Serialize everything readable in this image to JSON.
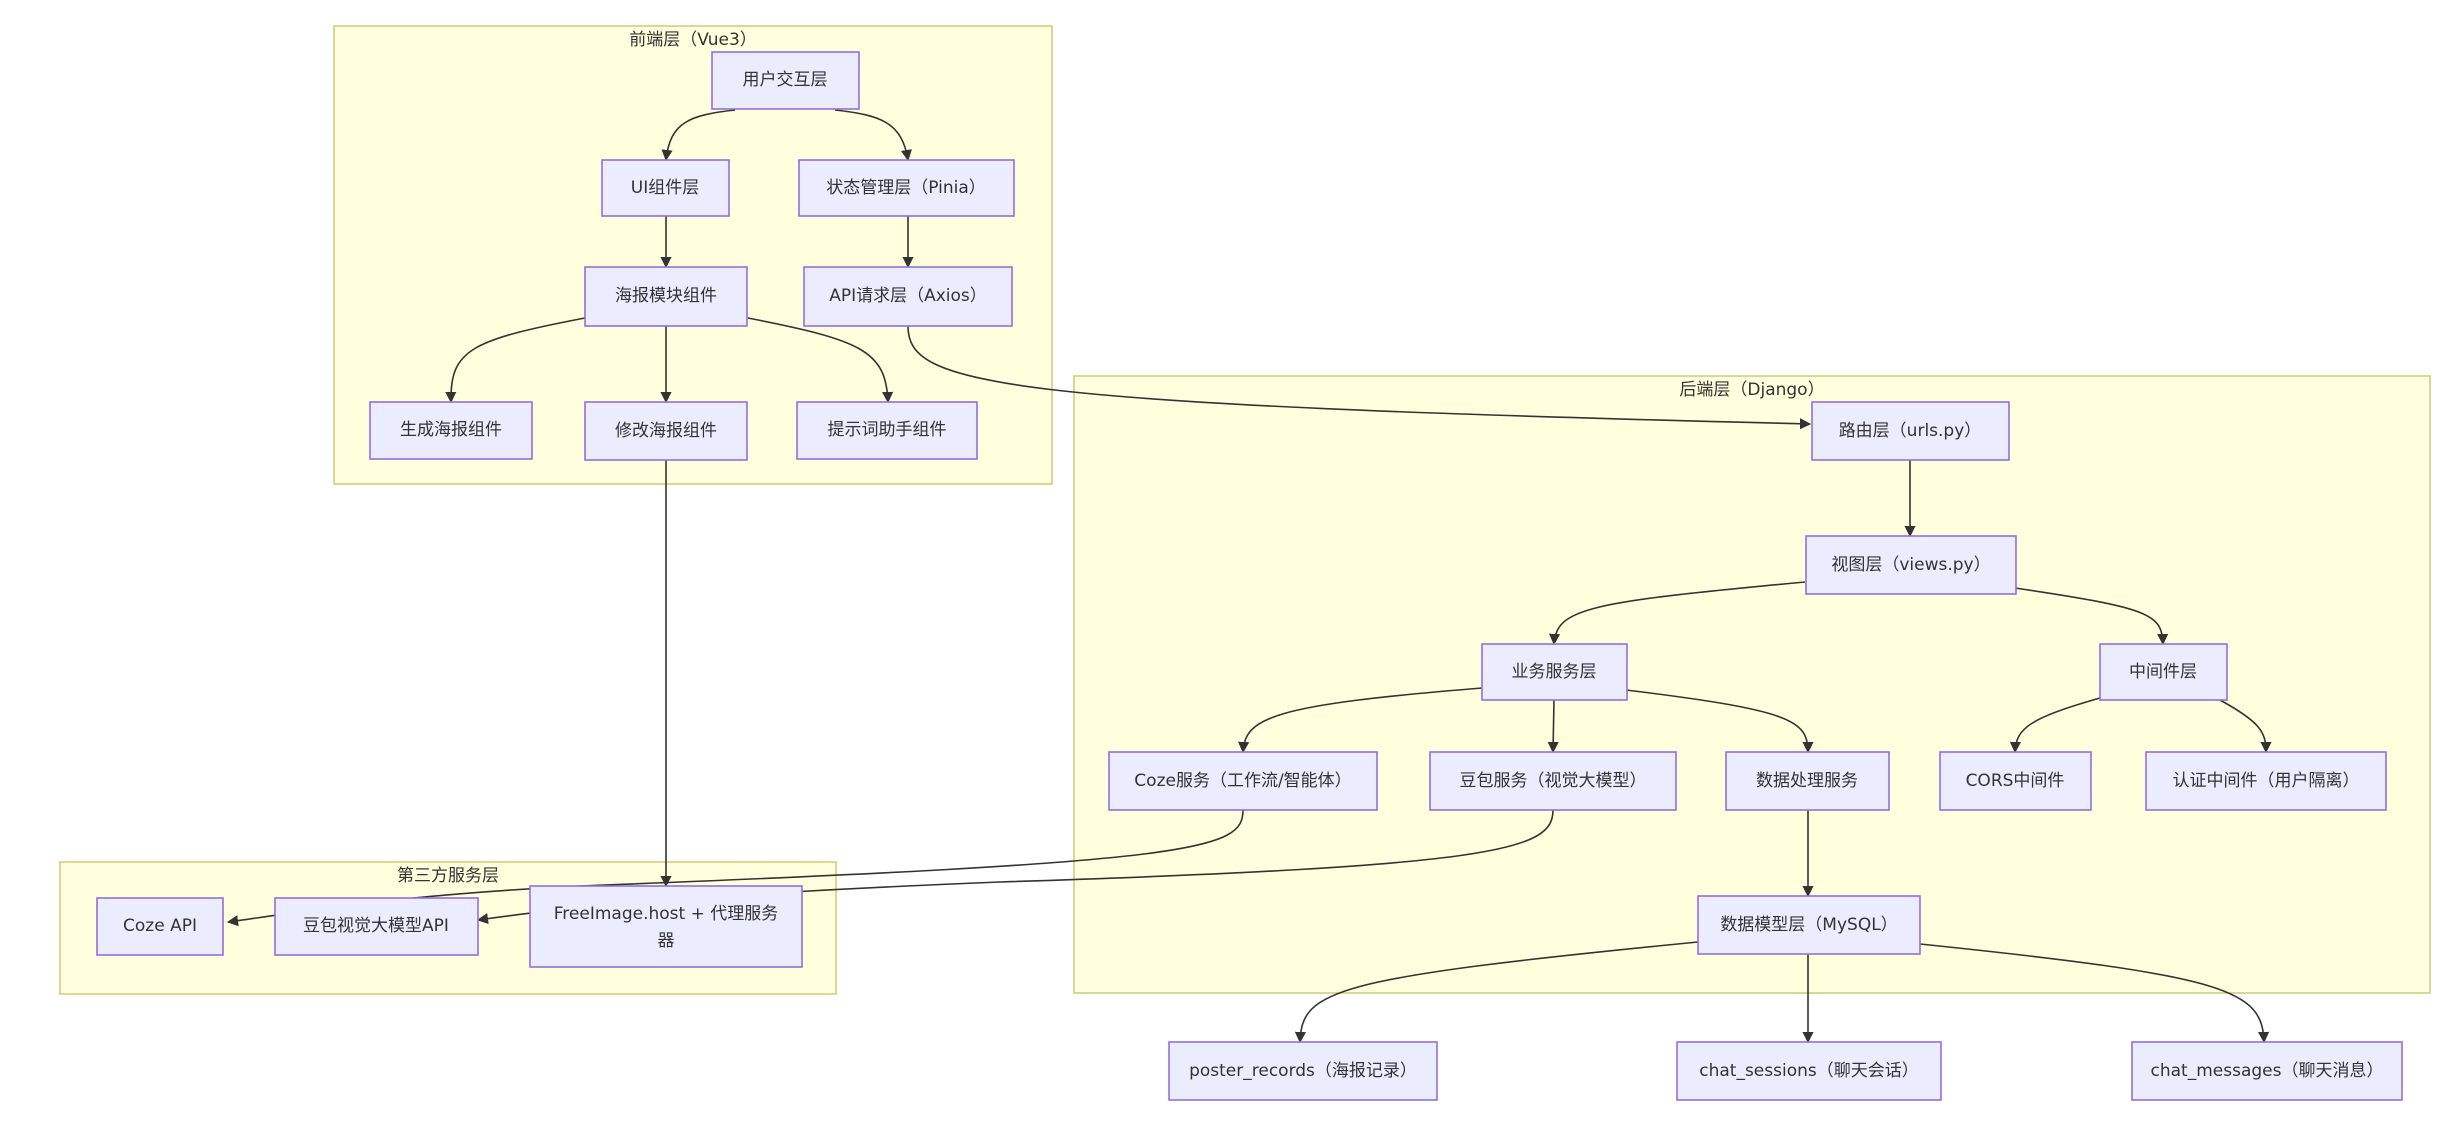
{
  "groups": {
    "frontend": {
      "title": "前端层（Vue3）"
    },
    "backend": {
      "title": "后端层（Django）"
    },
    "thirdparty": {
      "title": "第三方服务层"
    }
  },
  "nodes": {
    "user_interaction": {
      "label": "用户交互层"
    },
    "ui_components": {
      "label": "UI组件层"
    },
    "state_mgmt": {
      "label": "状态管理层（Pinia）"
    },
    "poster_module": {
      "label": "海报模块组件"
    },
    "api_request": {
      "label": "API请求层（Axios）"
    },
    "gen_poster": {
      "label": "生成海报组件"
    },
    "edit_poster": {
      "label": "修改海报组件"
    },
    "prompt_helper": {
      "label": "提示词助手组件"
    },
    "router": {
      "label": "路由层（urls.py）"
    },
    "views": {
      "label": "视图层（views.py）"
    },
    "biz_service": {
      "label": "业务服务层"
    },
    "middleware": {
      "label": "中间件层"
    },
    "coze_service": {
      "label": "Coze服务（工作流/智能体）"
    },
    "doubao_service": {
      "label": "豆包服务（视觉大模型）"
    },
    "data_service": {
      "label": "数据处理服务"
    },
    "cors_mw": {
      "label": "CORS中间件"
    },
    "auth_mw": {
      "label": "认证中间件（用户隔离）"
    },
    "data_model": {
      "label": "数据模型层（MySQL）"
    },
    "coze_api": {
      "label": "Coze API"
    },
    "doubao_api": {
      "label": "豆包视觉大模型API"
    },
    "freeimage": {
      "label_line1": "FreeImage.host + 代理服务",
      "label_line2": "器"
    },
    "poster_records": {
      "label": "poster_records（海报记录）"
    },
    "chat_sessions": {
      "label": "chat_sessions（聊天会话）"
    },
    "chat_messages": {
      "label": "chat_messages（聊天消息）"
    }
  }
}
